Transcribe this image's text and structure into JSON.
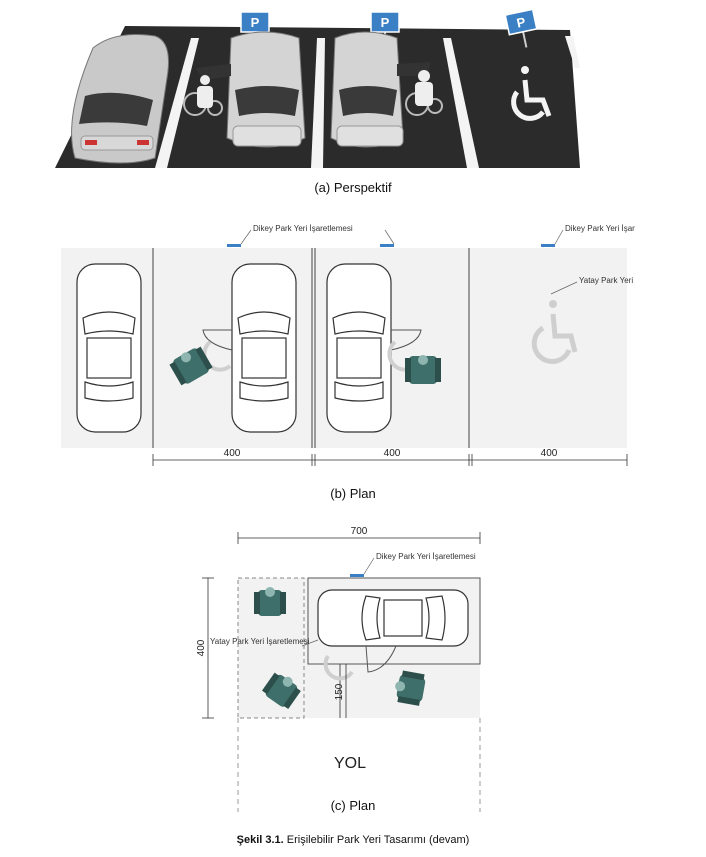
{
  "panel_a": {
    "caption": "(a) Perspektif",
    "sign_letter": "P"
  },
  "panel_b": {
    "caption": "(b) Plan",
    "vertical_marking_label": "Dikey Park Yeri İşaretlemesi",
    "horizontal_marking_label": "Yatay Park Yeri İşaretlemesi",
    "dimensions": [
      "400",
      "400",
      "400"
    ]
  },
  "panel_c": {
    "caption": "(c) Plan",
    "width_dim": "700",
    "height_dim": "400",
    "gap_dim": "150",
    "vertical_marking_label": "Dikey Park Yeri İşaretlemesi",
    "horizontal_marking_label": "Yatay Park Yeri İşaretlemesi",
    "road_label": "YOL"
  },
  "figure_caption": {
    "label": "Şekil 3.1.",
    "text": " Erişilebilir Park Yeri Tasarımı (devam)"
  },
  "colors": {
    "asphalt": "#2b2b2b",
    "sign_blue": "#3b7fc4",
    "wheelchair_teal": "#3f6f6a",
    "floor": "#f2f2f2"
  }
}
